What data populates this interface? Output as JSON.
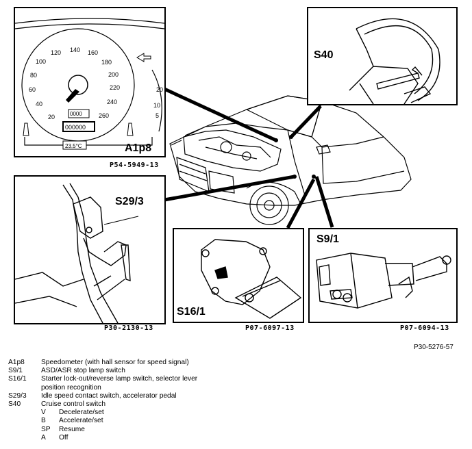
{
  "panels": {
    "instrument": {
      "label": "A1p8",
      "code": "P54-5949-13",
      "display_temp": "23.5°C",
      "display_odo": "000000",
      "display_trip": "0000",
      "speed_ticks": [
        "20",
        "40",
        "60",
        "80",
        "100",
        "120",
        "140",
        "160",
        "180",
        "200",
        "220",
        "240",
        "260"
      ],
      "tacho_ticks": [
        "20",
        "10",
        "5"
      ]
    },
    "steering": {
      "label": "S40"
    },
    "pedal": {
      "label": "S29/3",
      "code": "P30-2130-13"
    },
    "selector": {
      "label": "S16/1",
      "code": "P07-6097-13"
    },
    "stoplamp": {
      "label": "S9/1",
      "code": "P07-6094-13"
    }
  },
  "figure_code": "P30-5276-57",
  "legend": [
    {
      "key": "A1p8",
      "desc": "Speedometer (with hall sensor for speed signal)"
    },
    {
      "key": "S9/1",
      "desc": "ASD/ASR stop lamp switch"
    },
    {
      "key": "S16/1",
      "desc": "Starter lock-out/reverse lamp switch, selector lever"
    },
    {
      "key": "",
      "desc": "position recognition"
    },
    {
      "key": "S29/3",
      "desc": "Idle speed contact switch, accelerator pedal"
    },
    {
      "key": "S40",
      "desc": "Cruise control switch"
    }
  ],
  "legend_sub": [
    {
      "key": "V",
      "desc": "Decelerate/set"
    },
    {
      "key": "B",
      "desc": "Accelerate/set"
    },
    {
      "key": "SP",
      "desc": "Resume"
    },
    {
      "key": "A",
      "desc": "Off"
    }
  ]
}
